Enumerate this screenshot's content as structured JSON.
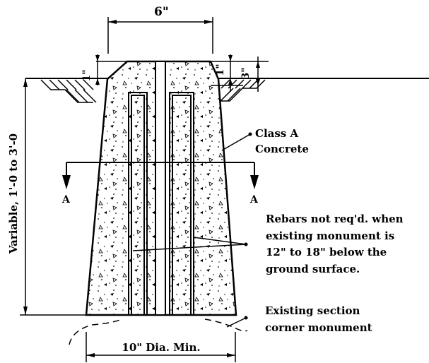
{
  "dimensions": {
    "top_width": "6\"",
    "left_top_offset": "1\"",
    "right_top_offset": "1\"",
    "right_top_depth": "3\"",
    "height": "Variable, 1'-0 to 3'-0",
    "bottom_width": "10\" Dia. Min."
  },
  "section_marks": {
    "left": "A",
    "right": "A"
  },
  "notes": {
    "concrete_line1": "Class A",
    "concrete_line2": "Concrete",
    "rebar_line1": "Rebars not req'd. when",
    "rebar_line2": "existing monument is",
    "rebar_line3": "12\" to 18\" below the",
    "rebar_line4": "ground surface.",
    "monument_line1": "Existing section",
    "monument_line2": "corner monument"
  }
}
